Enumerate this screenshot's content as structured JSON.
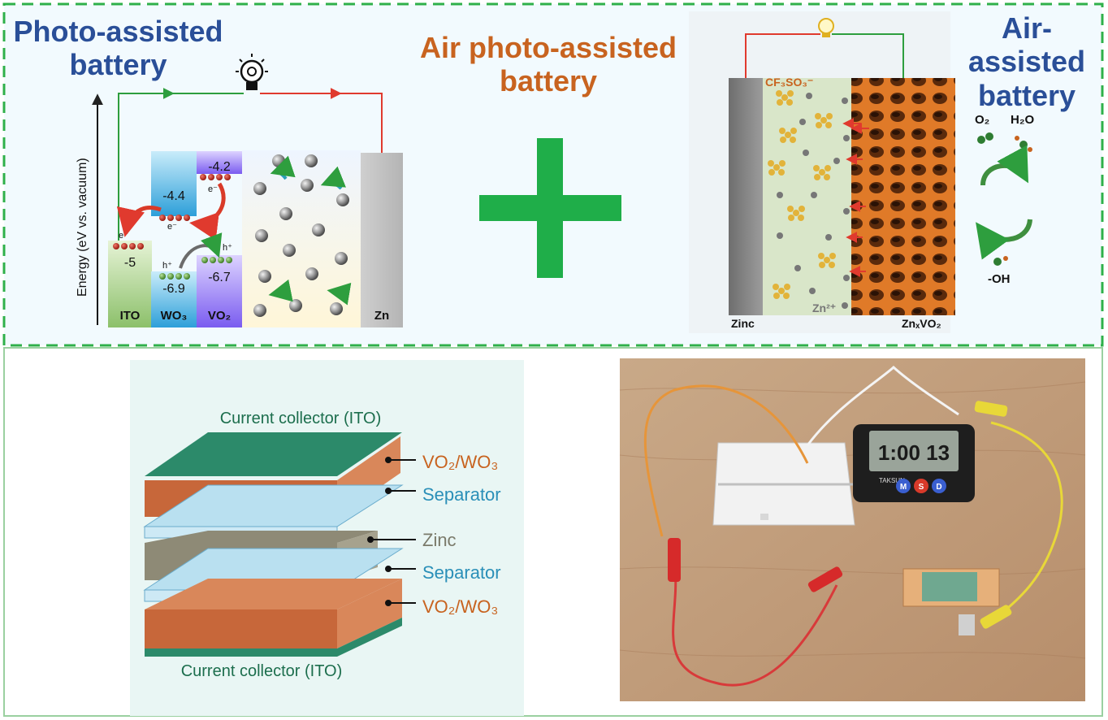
{
  "top_titles": {
    "photo_line1": "Photo-assisted",
    "photo_line2": "battery",
    "air_photo_line1": "Air photo-assisted",
    "air_photo_line2": "battery",
    "air_line1": "Air-assisted",
    "air_line2": "battery"
  },
  "energy_diagram": {
    "y_axis_label": "Energy (eV vs. vacuum)",
    "levels": {
      "ito": "-5",
      "wo3_cb": "-4.4",
      "wo3_vb": "-6.9",
      "vo2_cb": "-4.2",
      "vo2_vb": "-6.7"
    },
    "carriers": {
      "electron": "e⁻",
      "hole": "h⁺"
    },
    "labels": {
      "ito": "ITO",
      "wo3": "WO₃",
      "vo2": "VO₂",
      "zn": "Zn"
    }
  },
  "air_diagram": {
    "anion": "CF₃SO₃⁻",
    "o2": "O₂",
    "h2o": "H₂O",
    "oh": "-OH",
    "zn_ion": "Zn²⁺",
    "zinc": "Zinc",
    "cathode": "ZnₓVO₂"
  },
  "stack_diagram": {
    "top_collector": "Current collector (ITO)",
    "bottom_collector": "Current collector (ITO)",
    "layers": [
      "VO₂/WO₃",
      "Separator",
      "Zinc",
      "Separator",
      "VO₂/WO₃"
    ]
  },
  "photo": {
    "clock_display": "1:00 13",
    "clock_brand": "TAKSUN",
    "buttons": [
      "M",
      "S",
      "D"
    ]
  },
  "colors": {
    "title_blue": "#2a4f98",
    "title_orange": "#c8631f",
    "plus_green": "#1fae49",
    "dash_green": "#2fb04a",
    "electrode_orange": "#c7673a",
    "collector_teal": "#2c8a6a"
  }
}
